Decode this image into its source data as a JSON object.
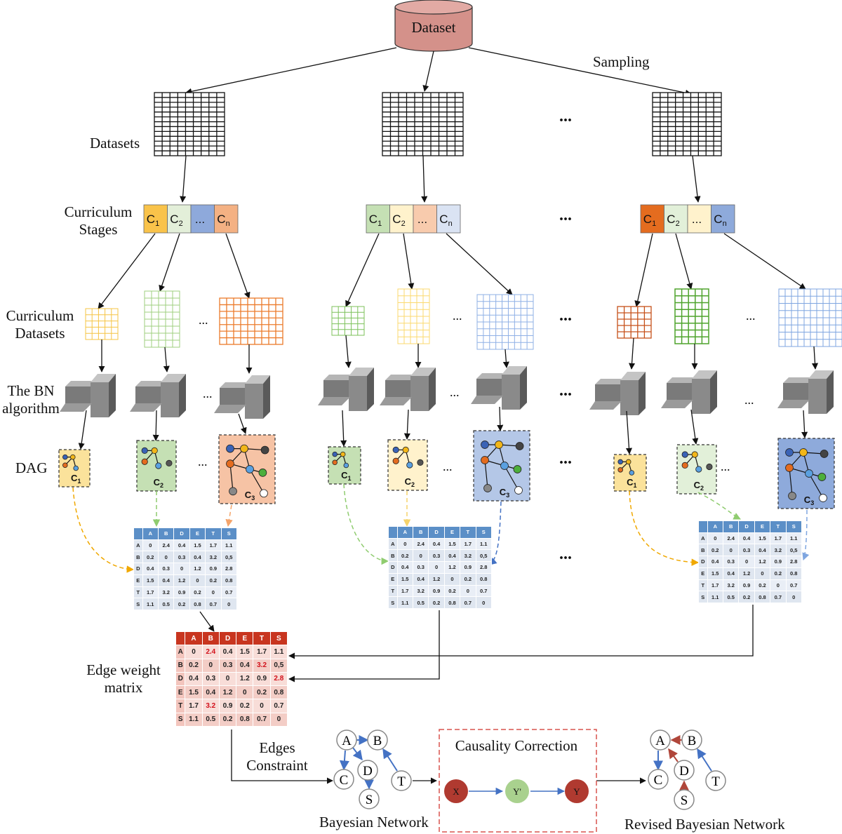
{
  "source": {
    "label": "Dataset"
  },
  "labels": {
    "sampling": "Sampling",
    "datasets": "Datasets",
    "curriculum_stages": "Curriculum Stages",
    "curriculum_datasets": "Curriculum Datasets",
    "bn_algorithm": "The BN algorithm",
    "dag": "DAG",
    "edge_weight_matrix": "Edge weight matrix",
    "edges_constraint": "Edges Constraint",
    "bayesian_network": "Bayesian Network",
    "causality_correction": "Causality Correction",
    "revised_bayesian_network": "Revised Bayesian Network",
    "ellipsis": "...",
    "small_ellipsis": "..."
  },
  "stages": {
    "c1": "C1",
    "c2": "C2",
    "cn": "Cn",
    "dots": "...",
    "pipelines": [
      {
        "colors": [
          "#f9c34a",
          "#e3efd9",
          "#8ea9db",
          "#f4b183"
        ]
      },
      {
        "colors": [
          "#c5e0b4",
          "#fff2cc",
          "#f8cbad",
          "#dae3f3"
        ]
      },
      {
        "colors": [
          "#e46c1f",
          "#e2f0d9",
          "#fff2cc",
          "#8eaadb"
        ]
      }
    ]
  },
  "dag_labels": {
    "c1": "C1",
    "c2": "C2",
    "c3": "C3"
  },
  "matrix": {
    "headers": [
      "",
      "A",
      "B",
      "D",
      "E",
      "T",
      "S"
    ],
    "rows": [
      [
        "A",
        "0",
        "2.4",
        "0.4",
        "1.5",
        "1.7",
        "1.1"
      ],
      [
        "B",
        "0.2",
        "0",
        "0.3",
        "0.4",
        "3.2",
        "0,5"
      ],
      [
        "D",
        "0.4",
        "0.3",
        "0",
        "1.2",
        "0.9",
        "2.8"
      ],
      [
        "E",
        "1.5",
        "0.4",
        "1.2",
        "0",
        "0.2",
        "0.8"
      ],
      [
        "T",
        "1.7",
        "3.2",
        "0.9",
        "0.2",
        "0",
        "0.7"
      ],
      [
        "S",
        "1.1",
        "0.5",
        "0.2",
        "0.8",
        "0.7",
        "0"
      ]
    ]
  },
  "bn_nodes": {
    "A": "A",
    "B": "B",
    "C": "C",
    "D": "D",
    "T": "T",
    "S": "S"
  },
  "correction_nodes": {
    "x": "X",
    "y_prime": "Y'",
    "y": "Y"
  },
  "colors": {
    "blue_edge": "#4472c4",
    "red_edge": "#b0463a",
    "dataset_cylinder": "#d4918a",
    "correction_box": "#d9534f",
    "node_x": "#b03a30",
    "node_y_prime": "#a9d18e"
  }
}
